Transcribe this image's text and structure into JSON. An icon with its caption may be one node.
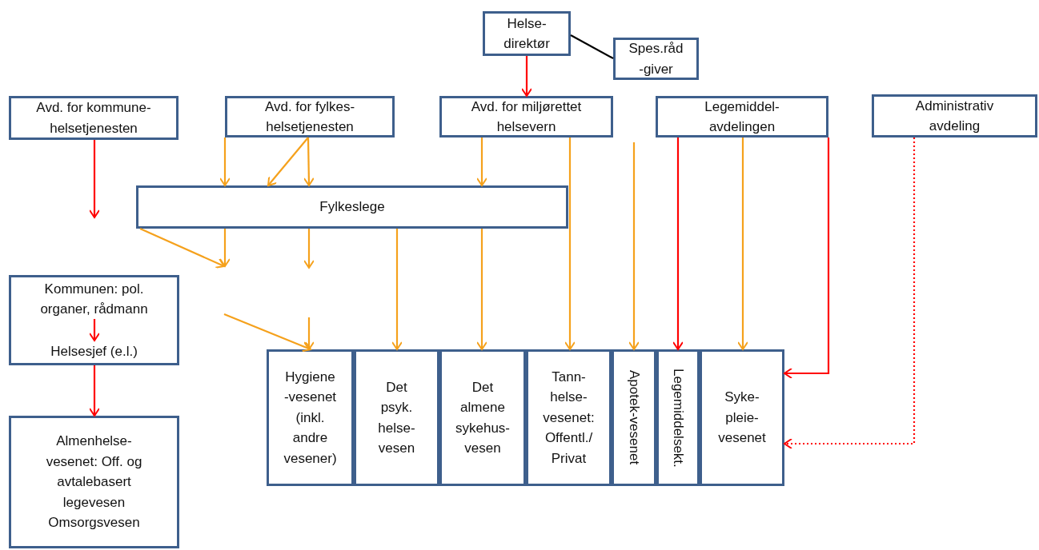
{
  "diagram": {
    "nodes": [
      {
        "text": [
          "Helse- direktør"
        ]
      },
      {
        "text": [
          "Spes.råd -giver"
        ]
      },
      {
        "text": [
          "Avd. for kommune- helsetjenesten"
        ]
      },
      {
        "text": [
          "Avd. for fylkes- helsetjenesten"
        ]
      },
      {
        "text": [
          "Avd. for miljørettet helsevern"
        ]
      },
      {
        "text": [
          "Legemiddel- avdelingen"
        ]
      },
      {
        "text": [
          "Administrativ avdeling"
        ]
      },
      {
        "text": [
          "Fylkeslege"
        ]
      },
      {
        "text": [],
        "shape": "box"
      },
      {
        "text": [
          "Kommunen: pol. organer, rådmann"
        ],
        "in": 8
      },
      {
        "text": [
          "Helsesjef (e.l.)"
        ],
        "in": 8
      },
      {
        "text": [
          "Almenhelse- vesenet: Off. og avtalebasert legevesen Omsorgsvesen"
        ]
      },
      {
        "text": [
          "Hygiene -vesenet (inkl. andre vesener)"
        ]
      },
      {
        "text": [
          "Det psyk. helse- vesen"
        ]
      },
      {
        "text": [
          "Det almene sykehus- vesen"
        ]
      },
      {
        "text": [
          "Tann- helse- vesenet: Offentl./ Privat"
        ]
      },
      {
        "text": [
          "Apotek-vesenet"
        ]
      },
      {
        "text": [
          "Legemiddelsekt."
        ]
      },
      {
        "text": [
          "Syke- pleie- vesenet"
        ]
      }
    ],
    "edges": [
      {
        "from": 0,
        "to": 4,
        "arrow": "to",
        "color": "#ff0000"
      },
      {
        "from": 0,
        "to": 1,
        "arrow": "none",
        "color": "#000000"
      },
      {
        "from": 2,
        "to": null,
        "arrow": "to",
        "color": "#ff0000"
      },
      {
        "from": 3,
        "to": 7,
        "arrow": "to"
      },
      {
        "from": 3,
        "to": 7,
        "arrow": "to"
      },
      {
        "from": 3,
        "to": 7,
        "arrow": "to"
      },
      {
        "from": 4,
        "to": 7,
        "arrow": "to"
      },
      {
        "from": 4,
        "to": 15,
        "arrow": "to"
      },
      {
        "from": null,
        "to": 16,
        "arrow": "to"
      },
      {
        "from": 5,
        "to": 17,
        "arrow": "to",
        "color": "#ff0000"
      },
      {
        "from": 5,
        "to": 18,
        "arrow": "to"
      },
      {
        "from": 5,
        "to": 18,
        "arrow": "to",
        "color": "#ff0000"
      },
      {
        "from": 6,
        "to": 18,
        "arrow": "to",
        "style": "dashed",
        "color": "#ff0000"
      },
      {
        "from": 7,
        "to": null,
        "arrow": "to"
      },
      {
        "from": 7,
        "to": null,
        "arrow": "to"
      },
      {
        "from": 7,
        "to": null,
        "arrow": "to"
      },
      {
        "from": 7,
        "to": 13,
        "arrow": "to"
      },
      {
        "from": 7,
        "to": 14,
        "arrow": "to"
      },
      {
        "from": null,
        "to": 12,
        "arrow": "to"
      },
      {
        "from": null,
        "to": 12,
        "arrow": "to"
      },
      {
        "from": 9,
        "to": 10,
        "arrow": "to",
        "color": "#ff0000"
      },
      {
        "from": 8,
        "to": 11,
        "arrow": "to",
        "color": "#ff0000"
      }
    ]
  }
}
